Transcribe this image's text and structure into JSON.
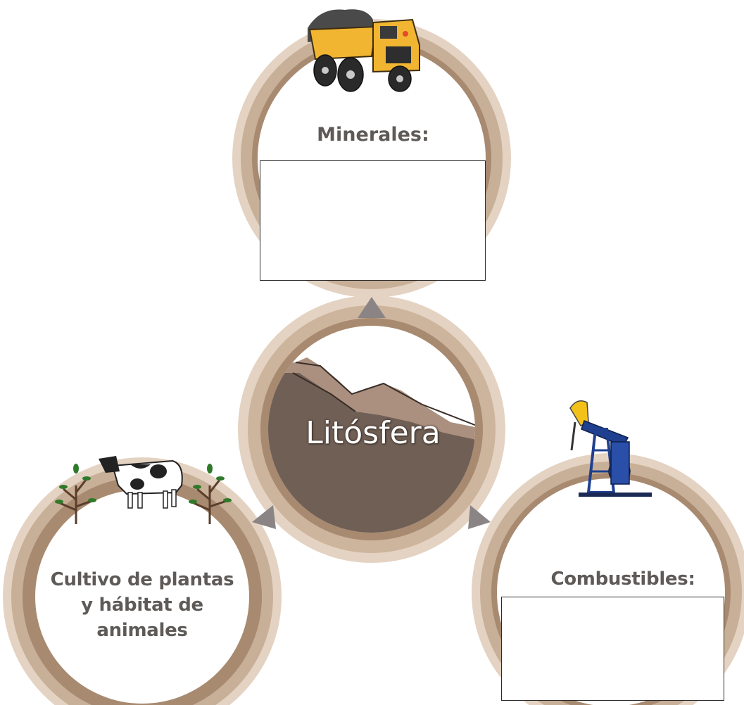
{
  "nodes": {
    "center": {
      "label": "Litósfera"
    },
    "minerales": {
      "label": "Minerales:",
      "icon": "mining-truck-icon",
      "answer": ""
    },
    "combustibles": {
      "label": "Combustibles:",
      "icon": "oil-pump-jack-icon",
      "answer": ""
    },
    "cultivo": {
      "label": "Cultivo de plantas y hábitat de animales",
      "icon": "cow-and-plants-icon"
    }
  },
  "colors": {
    "ring_outer": "#d9c3ad",
    "ring_inner": "#a6846a",
    "arrow": "#8a8584",
    "land_dark": "#705f55",
    "land_light": "#ab9080",
    "truck": "#f2b531",
    "pump": "#1f3f8f"
  }
}
